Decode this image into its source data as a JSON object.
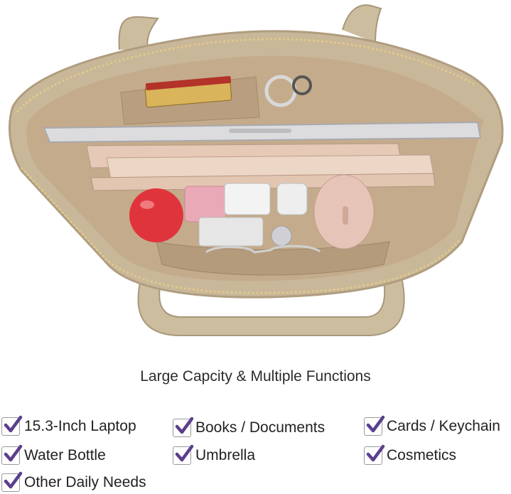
{
  "caption": "Large Capcity & Multiple Functions",
  "colors": {
    "bag_tan": "#c9b79a",
    "lining": "#c4ab8c",
    "check_purple": "#5b3f8c"
  },
  "features": [
    {
      "label": "15.3-Inch Laptop",
      "icon": "checkmark-icon"
    },
    {
      "label": "Books / Documents",
      "icon": "checkmark-icon"
    },
    {
      "label": "Cards / Keychain",
      "icon": "checkmark-icon"
    },
    {
      "label": "Water Bottle",
      "icon": "checkmark-icon"
    },
    {
      "label": "Umbrella",
      "icon": "checkmark-icon"
    },
    {
      "label": "Cosmetics",
      "icon": "checkmark-icon"
    },
    {
      "label": "Other Daily Needs",
      "icon": "checkmark-icon"
    }
  ]
}
